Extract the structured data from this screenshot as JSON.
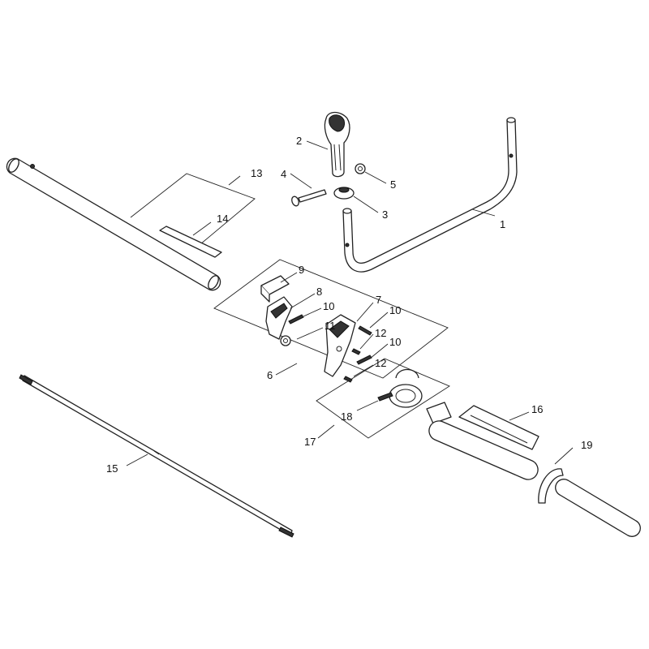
{
  "callouts": {
    "c1": "1",
    "c2": "2",
    "c3": "3",
    "c4": "4",
    "c5": "5",
    "c6": "6",
    "c7": "7",
    "c8": "8",
    "c9": "9",
    "c10a": "10",
    "c10b": "10",
    "c10c": "10",
    "c11": "11",
    "c12a": "12",
    "c12b": "12",
    "c13": "13",
    "c14": "14",
    "c15": "15",
    "c16": "16",
    "c17": "17",
    "c18": "18",
    "c19": "19"
  },
  "colors": {
    "ink": "#222222",
    "fill_dark": "#333333",
    "fill_gray": "#9a9a9a",
    "background": "#ffffff"
  }
}
